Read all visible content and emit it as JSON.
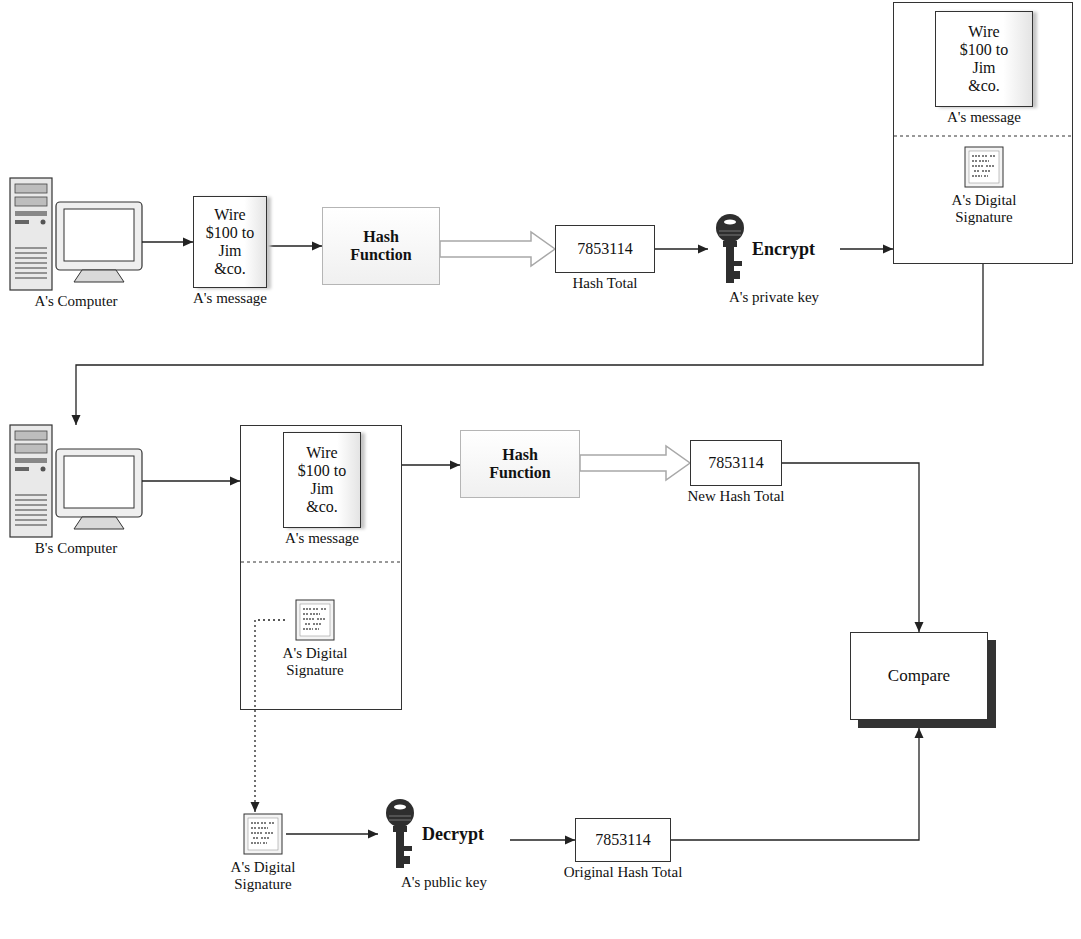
{
  "diagram": {
    "nodes": [
      {
        "text": [
          "A's Computer"
        ]
      },
      {
        "text": [
          "Wire $100 to Jim &co.",
          "A's message"
        ]
      },
      {
        "text": [
          "Hash Function"
        ]
      },
      {
        "text": [
          "7853114",
          "Hash Total"
        ]
      },
      {
        "text": [
          "Encrypt",
          "A's private key"
        ]
      },
      {
        "text": []
      },
      {
        "text": [
          "Wire $100 to Jim &co.",
          "A's message"
        ],
        "in": 5
      },
      {
        "text": [
          "A's Digital Signature"
        ],
        "in": 5
      },
      {
        "text": [
          "B's Computer"
        ]
      },
      {
        "text": []
      },
      {
        "text": [
          "Wire $100 to Jim &co.",
          "A's message"
        ],
        "in": 9
      },
      {
        "text": [
          "A's Digital Signature"
        ],
        "in": 9
      },
      {
        "text": [
          "Hash Function"
        ]
      },
      {
        "text": [
          "7853114",
          "New Hash Total"
        ]
      },
      {
        "text": [
          "Compare"
        ]
      },
      {
        "text": [
          "A's Digital Signature"
        ]
      },
      {
        "text": [
          "Decrypt",
          "A's public key"
        ]
      },
      {
        "text": [
          "7853114",
          "Original Hash Total"
        ]
      }
    ],
    "edges": [
      {
        "from": 0,
        "to": 1,
        "arrow": "to"
      },
      {
        "from": 1,
        "to": 2,
        "arrow": "to"
      },
      {
        "from": 2,
        "to": 3,
        "arrow": "to"
      },
      {
        "from": 3,
        "to": 4,
        "arrow": "to"
      },
      {
        "from": 4,
        "to": 5,
        "arrow": "to"
      },
      {
        "from": 5,
        "to": 8,
        "arrow": "to"
      },
      {
        "from": 8,
        "to": 9,
        "arrow": "to"
      },
      {
        "from": 9,
        "to": 12,
        "arrow": "to"
      },
      {
        "from": 12,
        "to": 13,
        "arrow": "to"
      },
      {
        "from": 13,
        "to": 14,
        "arrow": "to"
      },
      {
        "from": 11,
        "to": 15,
        "arrow": "to"
      },
      {
        "from": 15,
        "to": 16,
        "arrow": "to"
      },
      {
        "from": 16,
        "to": 17,
        "arrow": "to"
      },
      {
        "from": 17,
        "to": 14,
        "arrow": "to"
      }
    ]
  }
}
